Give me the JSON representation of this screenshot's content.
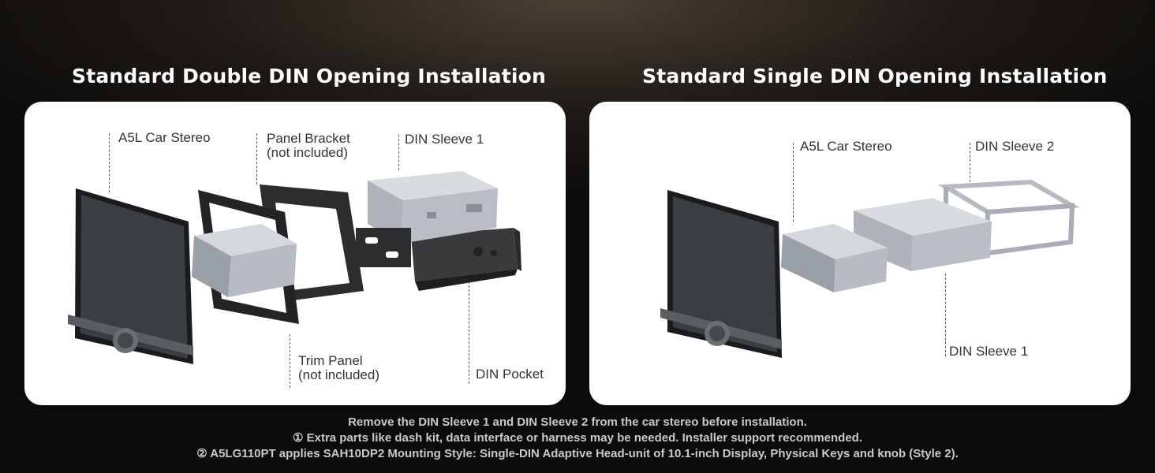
{
  "left": {
    "title": "Standard Double DIN Opening Installation",
    "labels": {
      "car_stereo": "A5L Car Stereo",
      "panel_bracket_1": "Panel Bracket",
      "panel_bracket_2": "(not included)",
      "din_sleeve_1": "DIN Sleeve 1",
      "trim_panel_1": "Trim Panel",
      "trim_panel_2": "(not included)",
      "din_pocket": "DIN Pocket"
    }
  },
  "right": {
    "title": "Standard Single DIN Opening Installation",
    "labels": {
      "car_stereo": "A5L Car Stereo",
      "din_sleeve_2": "DIN Sleeve 2",
      "din_sleeve_1": "DIN Sleeve 1"
    }
  },
  "notes": [
    "Remove the DIN Sleeve 1 and DIN Sleeve 2 from the car stereo before installation.",
    "① Extra parts like dash kit, data interface or harness may be needed. Installer support recommended.",
    "② A5LG110PT applies SAH10DP2 Mounting Style: Single-DIN Adaptive Head-unit of 10.1-inch Display, Physical Keys and knob (Style 2)."
  ],
  "colors": {
    "panel_bg": "#ffffff",
    "screen": "#2b2d30",
    "metal": "#c9ccd1",
    "bracket": "#2a2a2c"
  }
}
